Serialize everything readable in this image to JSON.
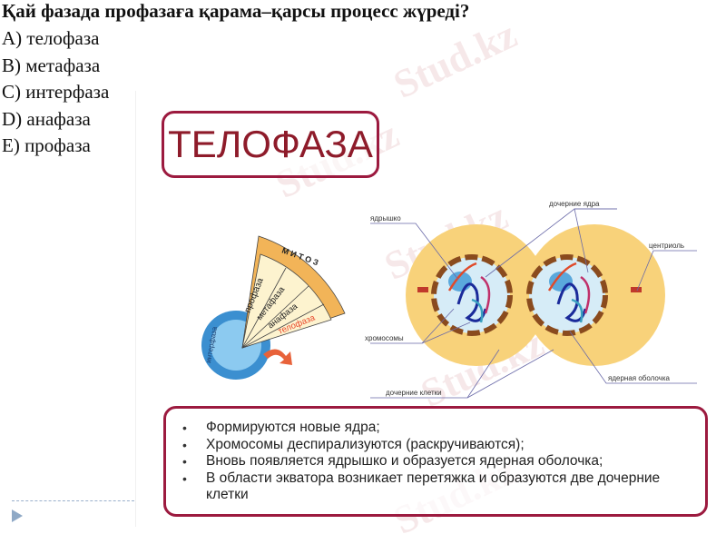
{
  "question": {
    "text": "Қай фазада профазаға қарама–қарсы процесс жүреді?",
    "options": [
      {
        "letter": "A",
        "label": "A) телофаза"
      },
      {
        "letter": "B",
        "label": "B) метафаза"
      },
      {
        "letter": "C",
        "label": "C) интерфаза"
      },
      {
        "letter": "D",
        "label": "D) анафаза"
      },
      {
        "letter": "E",
        "label": "E) профаза"
      }
    ]
  },
  "slide": {
    "title": "ТЕЛОФАЗА",
    "fan_diagram": {
      "outer_label": "М И Т О З",
      "outer_letters": [
        "М",
        "И",
        "Т",
        "О",
        "З"
      ],
      "phases": [
        "профаза",
        "метафаза",
        "анафаза",
        "телофаза"
      ],
      "highlighted_phase": "телофаза",
      "circle_label": "интерфаза"
    },
    "cell_diagram": {
      "labels": {
        "nucleolus": "ядрышко",
        "daughter_nuclei": "дочерние ядра",
        "centriole": "центриоль",
        "chromosomes": "хромосомы",
        "nuclear_envelope": "ядерная оболочка",
        "daughter_cells": "дочерние клетки"
      }
    },
    "facts": [
      "Формируются новые ядра;",
      "Хромосомы деспирализуются (раскручиваются);",
      "Вновь появляется ядрышко и образуется ядерная оболочка;",
      "В области экватора возникает перетяжка и образуются две дочерние клетки"
    ]
  },
  "watermark": "Stud.kz",
  "colors": {
    "frame": "#9c1a3f",
    "title_text": "#8e1b2a",
    "mitosis_band": "#f2b458",
    "phase_fill": "#fdf3cf",
    "telophase_text": "#e8462a",
    "interphase_circle": "#4aa6de",
    "cell_fill": "#f8d27a",
    "nucleus_fill": "#d6ecf7",
    "nav_arrow": "#8fa9c6"
  }
}
